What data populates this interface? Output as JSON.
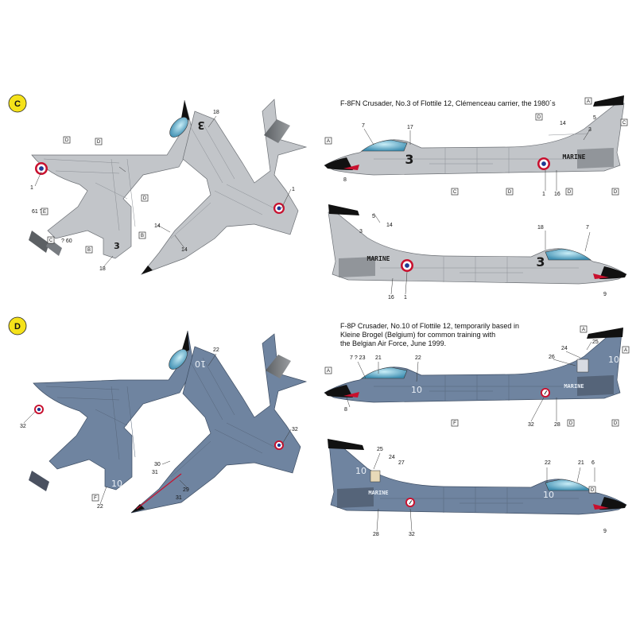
{
  "section_c": {
    "badge": "C",
    "caption": "F-8FN Crusader, No.3 of Flottile 12, Clémenceau carrier, the 1980´s",
    "number": "3",
    "marine": "MARINE",
    "callouts": {
      "c1": "1",
      "c61": "61 ?",
      "c60": "? 60",
      "c18": "18",
      "c14": "14",
      "c7": "7",
      "c17": "17",
      "c3": "3",
      "c5": "5",
      "c16": "16",
      "c8": "8",
      "c9": "9"
    },
    "boxes": {
      "A": "A",
      "B": "B",
      "C": "C",
      "D": "D",
      "E": "E"
    }
  },
  "section_d": {
    "badge": "D",
    "caption_lines": [
      "F-8P Crusader, No.10 of Flottile 12, temporarily based in",
      "Kleine Brogel (Belgium) for common training with",
      "the Belgian Air Force, June 1999."
    ],
    "number": "10",
    "marine": "MARINE",
    "callouts": {
      "c22": "22",
      "c32": "32",
      "c30": "30",
      "c31": "31",
      "c29": "29",
      "c7_23": "7 ? 23",
      "c21": "21",
      "c25": "25",
      "c24": "24",
      "c26": "26",
      "c8": "8",
      "c28": "28",
      "c27": "27",
      "c6": "6",
      "c9": "9"
    },
    "boxes": {
      "A": "A",
      "D": "D",
      "F": "F"
    }
  },
  "colors": {
    "gull_grey": "#c2c5c9",
    "blue_grey": "#6f84a0",
    "anti_glare": "#111111",
    "canopy": "#86c9de",
    "roundel_red": "#c8102e",
    "roundel_blue": "#1f3a93",
    "badge_yellow": "#f5e21a"
  }
}
